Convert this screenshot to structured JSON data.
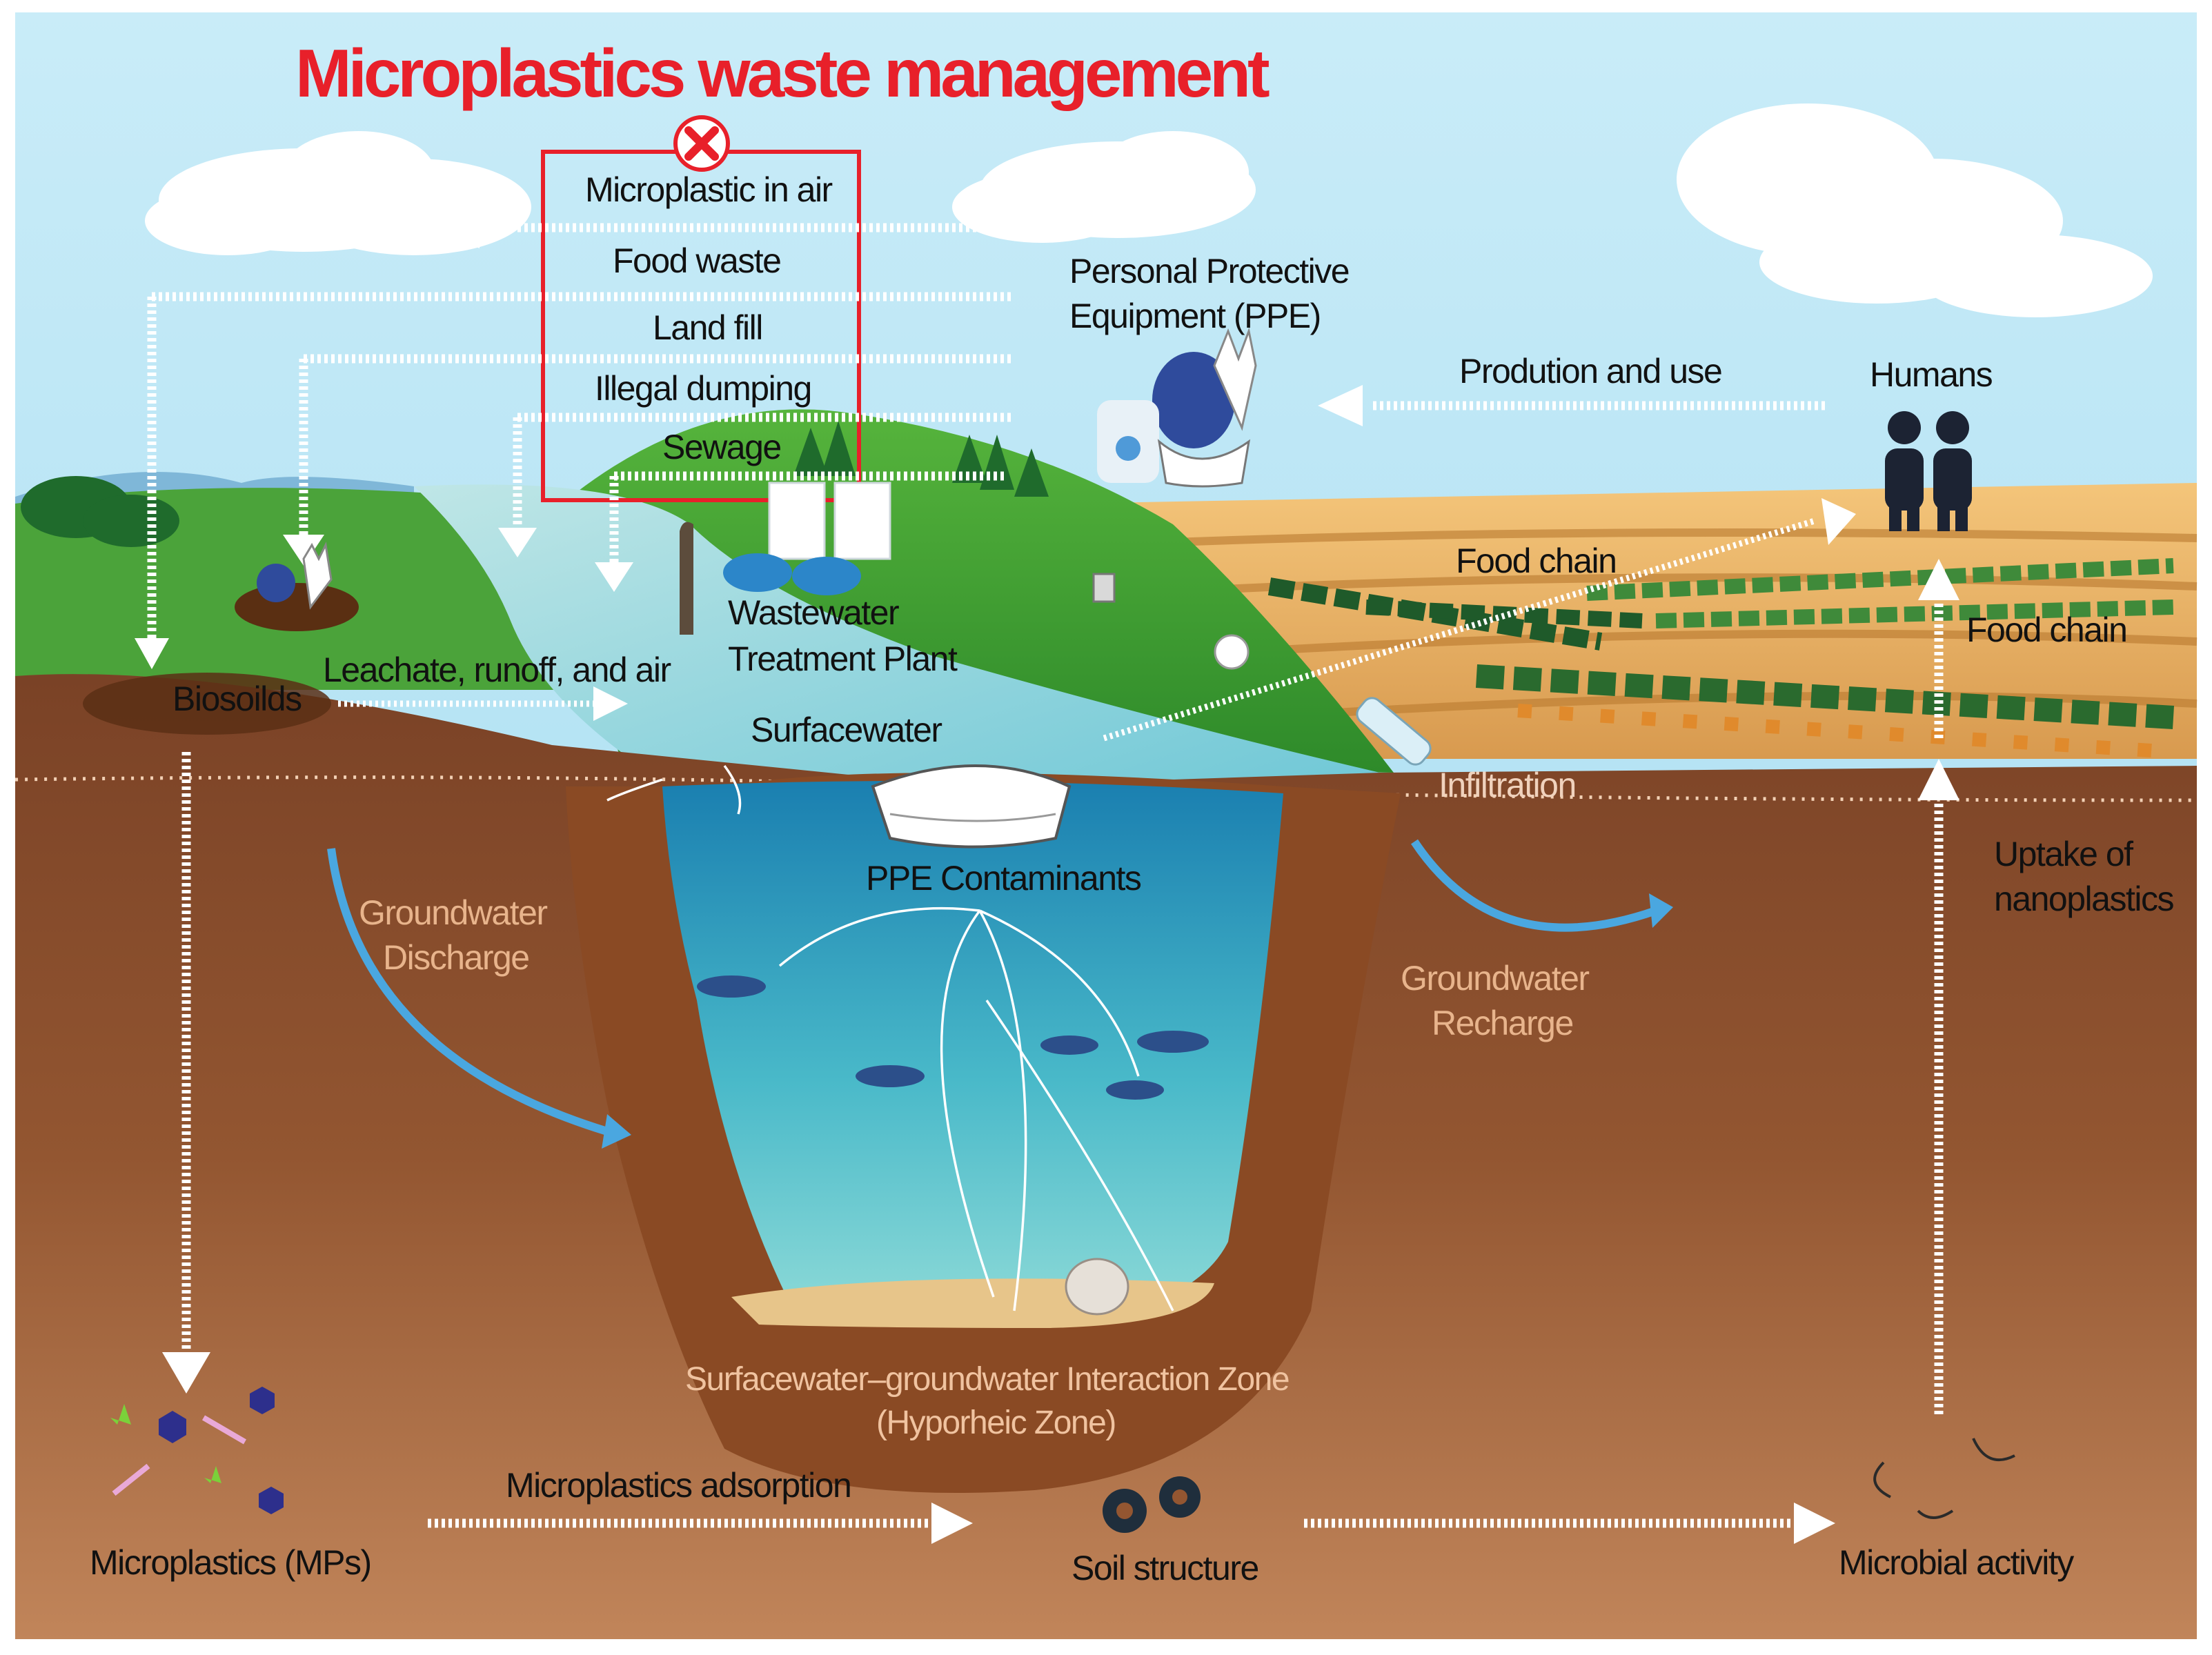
{
  "title": "Microplastics waste management",
  "sources_box": {
    "items": [
      "Microplastic in air",
      "Food waste",
      "Land fill",
      "Illegal dumping",
      "Sewage"
    ]
  },
  "labels": {
    "ppe": [
      "Personal Protective",
      "Equipment (PPE)"
    ],
    "production": "Prodution and use",
    "humans": "Humans",
    "food_chain_1": "Food chain",
    "food_chain_2": "Food chain",
    "wwtp": [
      "Wastewater",
      "Treatment Plant"
    ],
    "leachate": "Leachate, runoff, and air",
    "biosolids": "Biosoilds",
    "surfacewater": "Surfacewater",
    "infiltration": "Infiltration",
    "ppe_contaminants": "PPE Contaminants",
    "gw_discharge": [
      "Groundwater",
      "Discharge"
    ],
    "gw_recharge": [
      "Groundwater",
      "Recharge"
    ],
    "uptake": [
      "Uptake  of",
      "nanoplastics"
    ],
    "hyporheic": [
      "Surfacewater–groundwater Interaction Zone",
      "(Hyporheic Zone)"
    ],
    "mp_adsorption": "Microplastics adsorption",
    "microplastics": "Microplastics (MPs)",
    "soil_structure": "Soil structure",
    "microbial": "Microbial activity"
  },
  "colors": {
    "title_red": "#e8202a",
    "sky_top": "#a9dff3",
    "soil": "#9a5a35",
    "water": "#3aa6c9",
    "box_red": "#e8202a"
  }
}
